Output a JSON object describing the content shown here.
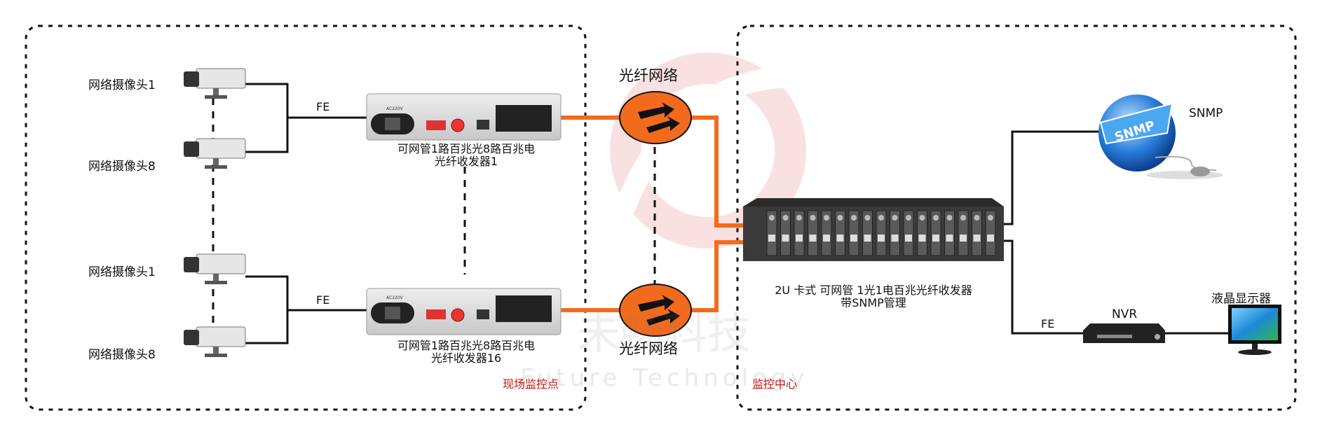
{
  "cameras": [
    {
      "label": "网络摄像头1"
    },
    {
      "label": "网络摄像头8"
    },
    {
      "label": "网络摄像头1"
    },
    {
      "label": "网络摄像头8"
    }
  ],
  "fe_labels": [
    "FE",
    "FE",
    "FE"
  ],
  "transceivers": [
    {
      "line1": "可网管1路百兆光8路百兆电",
      "line2": "光纤收发器1",
      "panel_text": "AC220V"
    },
    {
      "line1": "可网管1路百兆光8路百兆电",
      "line2": "光纤收发器16",
      "panel_text": "AC220V"
    }
  ],
  "fiber_network": {
    "top_label": "光纤网络",
    "bottom_label": "光纤网络"
  },
  "zones": {
    "field": "现场监控点",
    "center": "监控中心"
  },
  "chassis": {
    "line1": "2U 卡式 可网管 1光1电百兆光纤收发器",
    "line2": "带SNMP管理"
  },
  "snmp": {
    "label": "SNMP",
    "globe_text": "SNMP"
  },
  "nvr": {
    "label": "NVR"
  },
  "monitor": {
    "label": "液晶显示器"
  },
  "watermark": {
    "line1": "未畅科技",
    "line2": "Future Technology"
  },
  "colors": {
    "fiber": "#f26b1d",
    "copper": "#111111",
    "zone_label": "#cc1111",
    "globe": "#1f6fd1"
  }
}
